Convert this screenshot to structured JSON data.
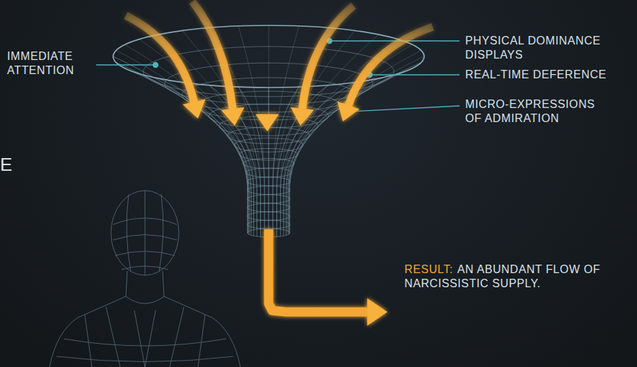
{
  "diagram": {
    "labels": [
      "IMMEDIATE ATTENTION",
      "PHYSICAL DOMINANCE DISPLAYS",
      "REAL-TIME DEFERENCE",
      "MICRO-EXPRESSIONS OF ADMIRATION",
      "RESULT:",
      "AN ABUNDANT FLOW OF NARCISSISTIC SUPPLY.",
      "E"
    ]
  }
}
